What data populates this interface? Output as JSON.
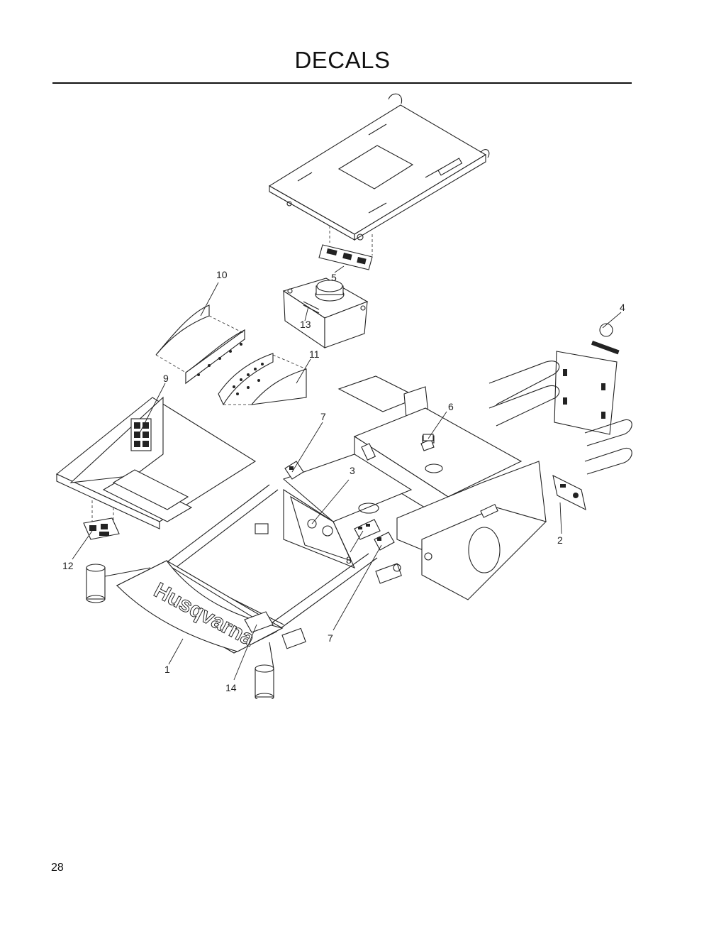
{
  "page": {
    "title": "DECALS",
    "page_number": "28"
  },
  "diagram": {
    "brand_logo_text": "Husqvarna",
    "callouts": [
      "1",
      "2",
      "3",
      "4",
      "5",
      "6",
      "7",
      "7",
      "8",
      "9",
      "10",
      "11",
      "12",
      "13",
      "14"
    ]
  }
}
